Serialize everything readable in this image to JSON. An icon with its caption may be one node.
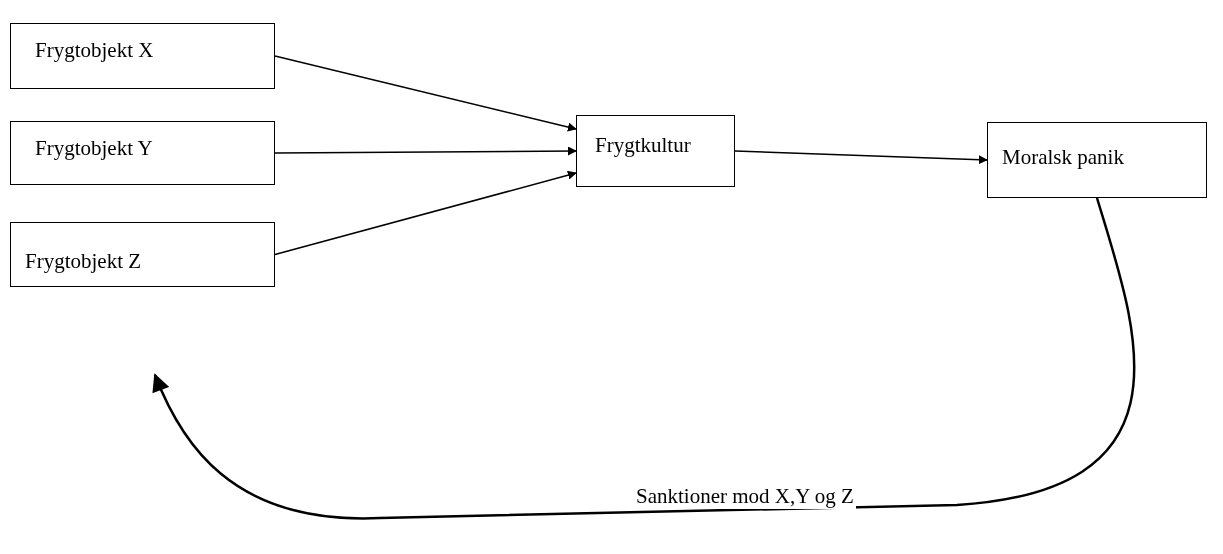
{
  "diagram": {
    "nodes": [
      {
        "text": [
          "Frygtobjekt X"
        ]
      },
      {
        "text": [
          "Frygtobjekt Y"
        ]
      },
      {
        "text": [
          "Frygtobjekt Z"
        ]
      },
      {
        "text": [
          "Frygtkultur"
        ]
      },
      {
        "text": [
          "Moralsk panik"
        ]
      }
    ],
    "edges": [
      {
        "from": 0,
        "to": 3,
        "arrow": "to"
      },
      {
        "from": 1,
        "to": 3,
        "arrow": "to"
      },
      {
        "from": 2,
        "to": 3,
        "arrow": "to"
      },
      {
        "from": 3,
        "to": 4,
        "arrow": "to"
      },
      {
        "from": 4,
        "to": null,
        "arrow": "to",
        "label": "Sanktioner mod X,Y og Z"
      }
    ]
  }
}
